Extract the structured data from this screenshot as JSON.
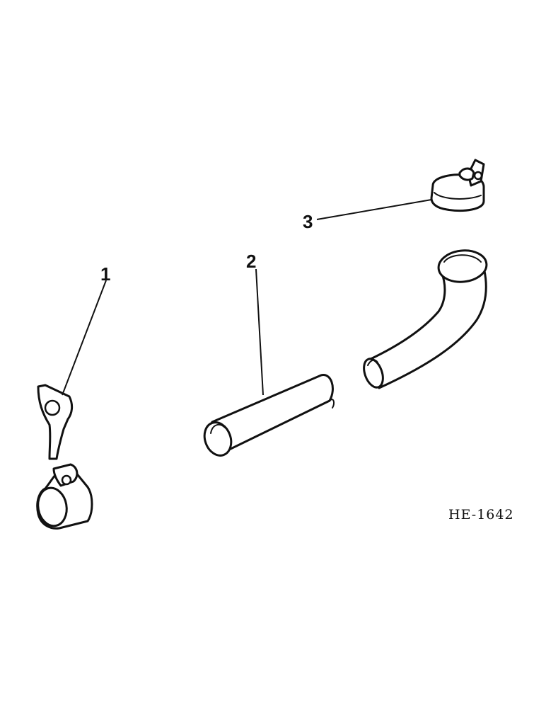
{
  "callouts": [
    {
      "id": "1",
      "label": "1"
    },
    {
      "id": "2",
      "label": "2"
    },
    {
      "id": "3",
      "label": "3"
    }
  ],
  "drawing_id": "HE-1642"
}
